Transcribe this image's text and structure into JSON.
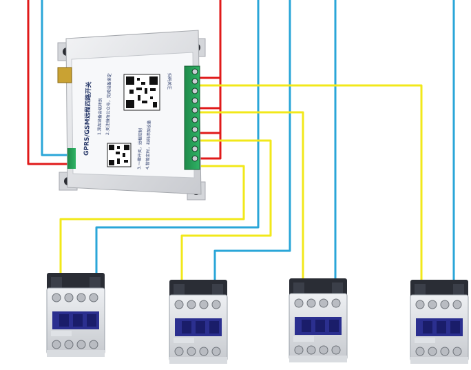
{
  "module": {
    "title": "GPRS/GSM远程四路开关",
    "steps": [
      "1.添加设备会跳转到",
      "2.关注微信公众号，完成设备绑定",
      "3.一键开关，远程控制",
      "4.智能定时，扫码添加设备"
    ],
    "qr_caption": "扫码关注",
    "colors": {
      "red": "#e01a1a",
      "blue": "#2aa6d8",
      "yellow": "#f2e81a",
      "housing": "#e6e7ea"
    }
  },
  "contactors": [
    {
      "name": "contactor-1"
    },
    {
      "name": "contactor-2"
    },
    {
      "name": "contactor-3"
    },
    {
      "name": "contactor-4"
    }
  ]
}
